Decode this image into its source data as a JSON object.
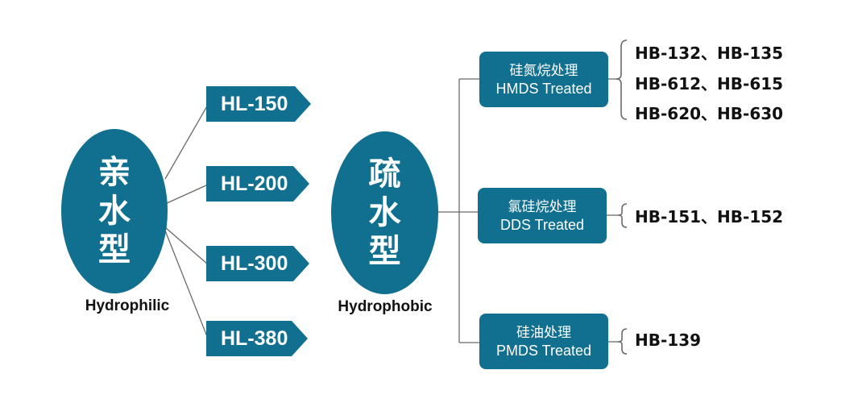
{
  "hydrophilic": {
    "title": "亲水型",
    "caption": "Hydrophilic",
    "grades": [
      "HL-150",
      "HL-200",
      "HL-300",
      "HL-380"
    ]
  },
  "hydrophobic": {
    "title": "疏水型",
    "caption": "Hydrophobic",
    "treatments": [
      {
        "zh": "硅氮烷处理",
        "en": "HMDS Treated",
        "models": [
          "HB-132、HB-135",
          "HB-612、HB-615",
          "HB-620、HB-630"
        ]
      },
      {
        "zh": "氯硅烷处理",
        "en": "DDS Treated",
        "models": [
          "HB-151、HB-152"
        ]
      },
      {
        "zh": "硅油处理",
        "en": "PMDS Treated",
        "models": [
          "HB-139"
        ]
      }
    ]
  },
  "colors": {
    "primary": "#116f8f",
    "line": "#6b6b6b",
    "text": "#111111"
  }
}
